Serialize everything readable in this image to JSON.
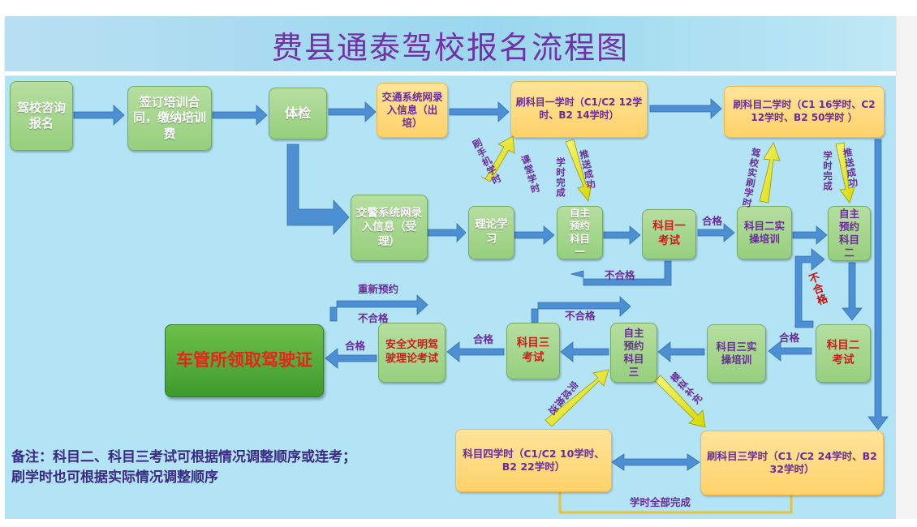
{
  "title": "费县通泰驾校报名流程图",
  "colors": {
    "title_text": "#7330a8",
    "canvas_bg": "#b2e4f6",
    "green_box": "#9fd488",
    "orange_box": "#ffd96f",
    "arrow_blue": "#4c8fd3",
    "arrow_yellow": "#eaea20",
    "label_purple": "#6a2b9a",
    "label_red": "#c51111"
  },
  "boxes": {
    "consult": "驾校咨询报名",
    "contract": "签订培训合同，缴纳培训费",
    "physical": "体检",
    "traffic_entry": "交通系统网录入信息（出培）",
    "hours1": "刷科目一学时（C1/C2 12学时、B2 14学时）",
    "hours2": "刷科目二学时（C1 16学时、C2 12学时、B2 50学时 ）",
    "police_entry": "交警系统网录入信息（受理）",
    "theory": "理论学习",
    "book1": "自主预约科目一",
    "exam1": "科目一考试",
    "practice2": "科目二实操培训",
    "book2": "自主预约科目二",
    "exam2": "科目二考试",
    "practice3": "科目三实操培训",
    "book3": "自主预约科目三",
    "exam3": "科目三考试",
    "safety_exam": "安全文明驾驶理论考试",
    "license": "车管所领取驾驶证",
    "hours4": "科目四学时（C1/C2 10学时、B2 22学时）",
    "hours3": "刷科目三学时（C1 /C2 24学时、B2 32学时）"
  },
  "labels": {
    "pass": "合格",
    "fail": "不合格",
    "rebook": "重新预约",
    "all_hours_done": "学时全部完成",
    "phone_hours": "刷手机学时",
    "class_hours": "课堂学时",
    "hours_done": "学时完成",
    "push_success": "推送成功",
    "school_hours": "驾校实刷学时",
    "done_push": "完成推送",
    "sim_fill": "模拟补充"
  },
  "note": "备注：科目二、科目三考试可根据情况调整顺序或连考；刷学时也可根据实际情况调整顺序"
}
